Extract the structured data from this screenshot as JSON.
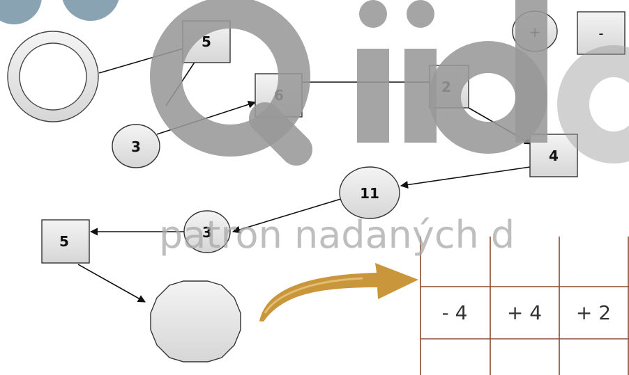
{
  "diagram": {
    "squares": [
      {
        "id": "sq-top",
        "label": "5"
      },
      {
        "id": "sq-mid",
        "label": "6"
      },
      {
        "id": "sq-right",
        "label": "2"
      },
      {
        "id": "sq-right-low",
        "label": "4"
      },
      {
        "id": "sq-left",
        "label": "5"
      }
    ],
    "circles": [
      {
        "id": "c-three-top",
        "label": "3"
      },
      {
        "id": "c-eleven",
        "label": "11"
      },
      {
        "id": "c-three-low",
        "label": "3"
      }
    ],
    "legend": {
      "plus": "+",
      "minus": "-"
    }
  },
  "grid": {
    "rows": [
      [
        "",
        "",
        ""
      ],
      [
        "- 4",
        "+ 4",
        "+ 2"
      ],
      [
        "",
        "",
        ""
      ]
    ]
  },
  "watermark": {
    "brand": "Qiido",
    "tagline": "patron nadaných d"
  },
  "colors": {
    "shape_fill": "#e6e6e6",
    "grid_line": "#8b4a2e",
    "arrow_fill": "#c9963c",
    "watermark": "#999999",
    "watermark_blue": "#8aa3b3"
  }
}
